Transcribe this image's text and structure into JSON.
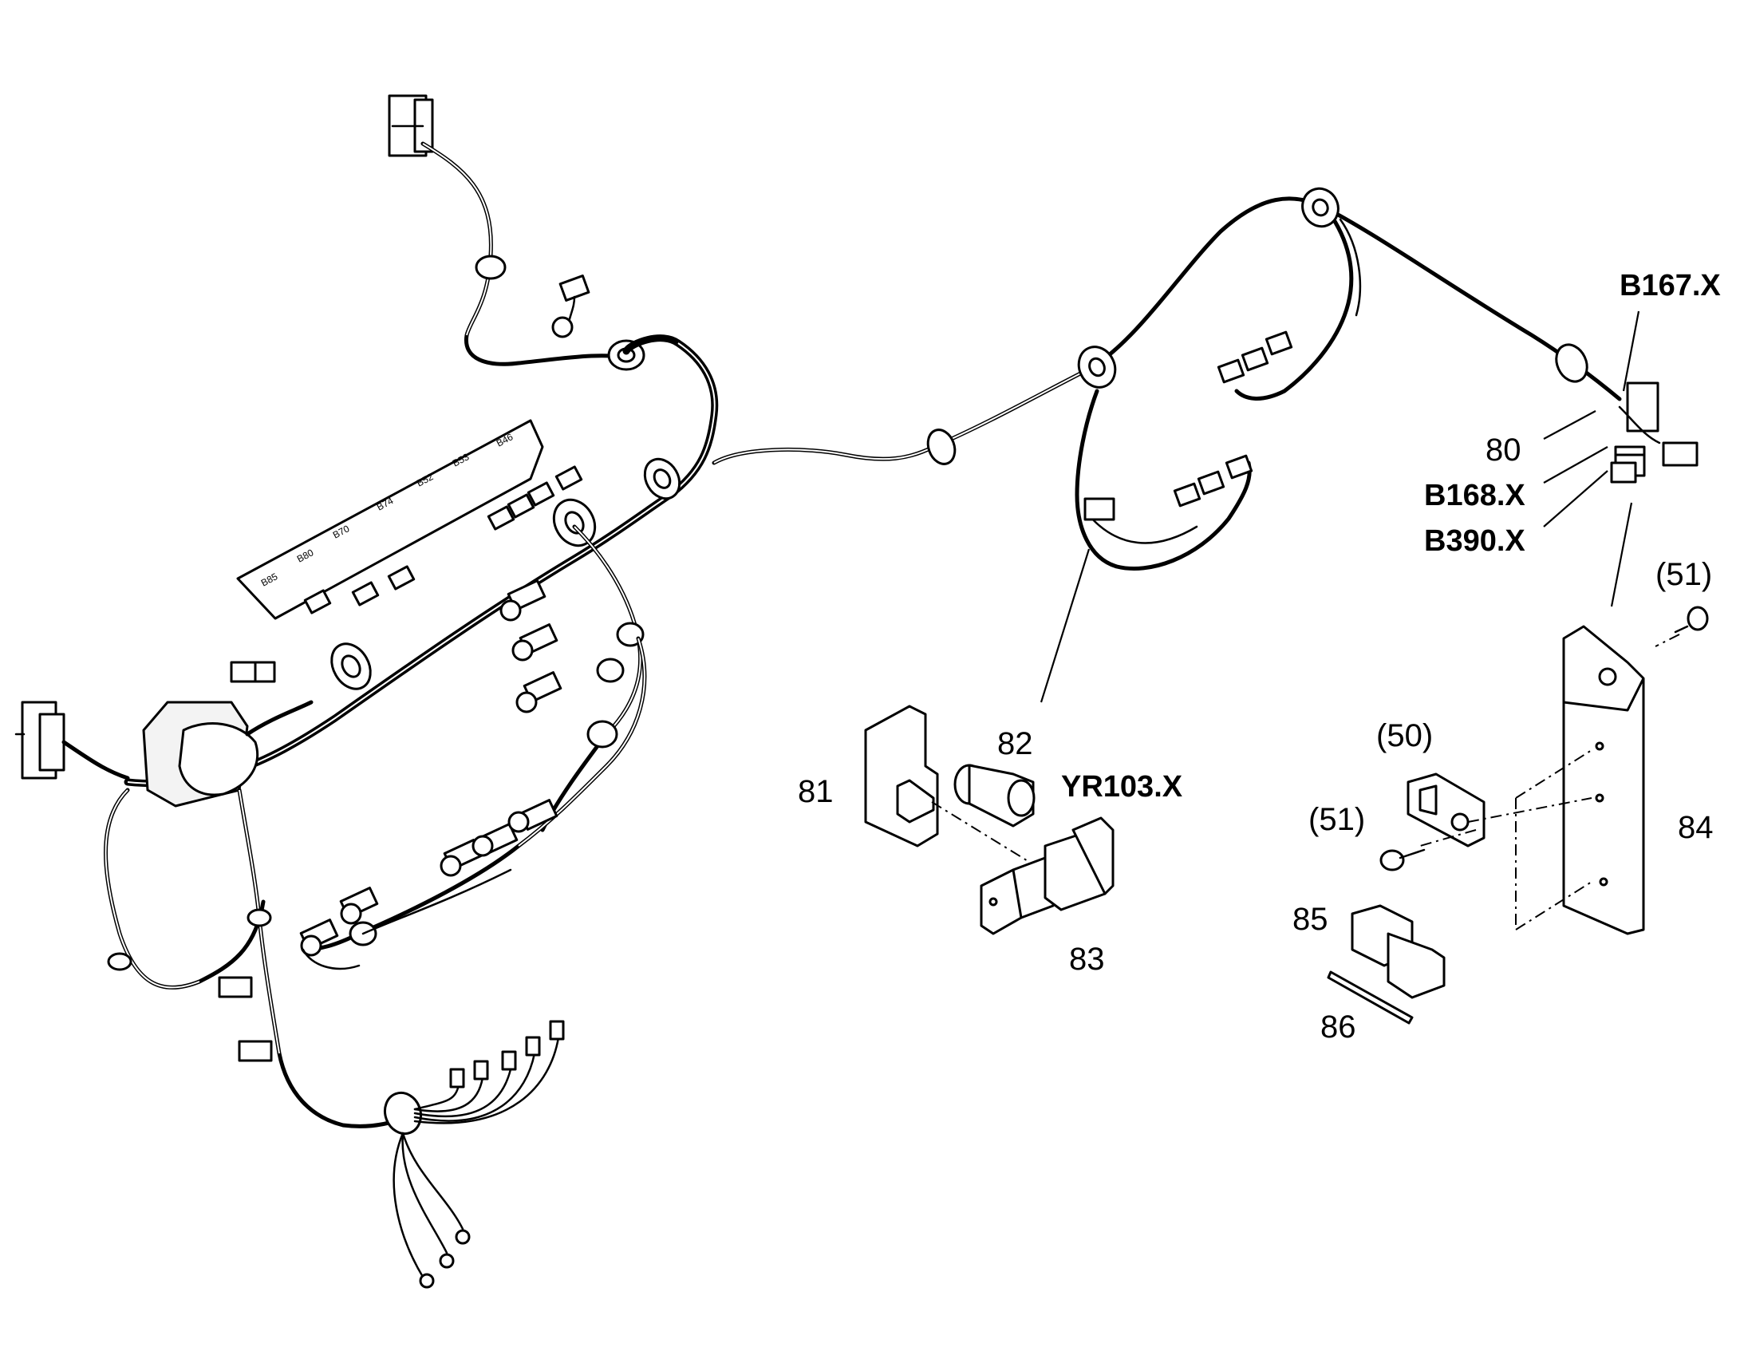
{
  "callouts": {
    "c80": "80",
    "c81": "81",
    "c82": "82",
    "c83": "83",
    "c84": "84",
    "c85": "85",
    "c86": "86",
    "c50": "(50)",
    "c51a": "(51)",
    "c51b": "(51)"
  },
  "connectors": {
    "b167": "B167.X",
    "b168": "B168.X",
    "b390": "B390.X",
    "yr103": "YR103.X"
  }
}
